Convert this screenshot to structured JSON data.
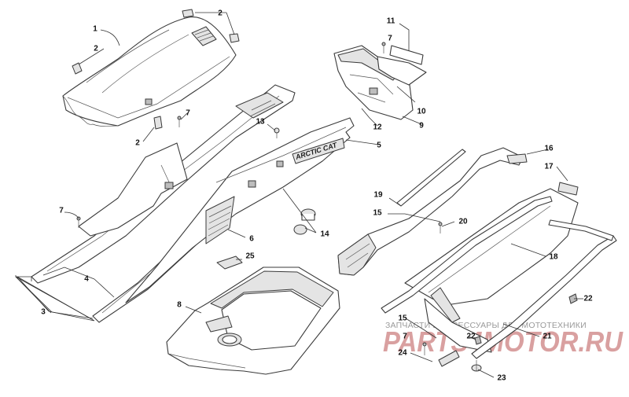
{
  "diagram": {
    "callouts": [
      {
        "id": "c1",
        "text": "1"
      },
      {
        "id": "c2a",
        "text": "2"
      },
      {
        "id": "c2b",
        "text": "2"
      },
      {
        "id": "c2c",
        "text": "2"
      },
      {
        "id": "c3",
        "text": "3"
      },
      {
        "id": "c4",
        "text": "4"
      },
      {
        "id": "c5",
        "text": "5"
      },
      {
        "id": "c6",
        "text": "6"
      },
      {
        "id": "c7a",
        "text": "7"
      },
      {
        "id": "c7b",
        "text": "7"
      },
      {
        "id": "c7c",
        "text": "7"
      },
      {
        "id": "c7d",
        "text": "7"
      },
      {
        "id": "c8",
        "text": "8"
      },
      {
        "id": "c9",
        "text": "9"
      },
      {
        "id": "c10",
        "text": "10"
      },
      {
        "id": "c11",
        "text": "11"
      },
      {
        "id": "c12",
        "text": "12"
      },
      {
        "id": "c13",
        "text": "13"
      },
      {
        "id": "c14",
        "text": "14"
      },
      {
        "id": "c15a",
        "text": "15"
      },
      {
        "id": "c15b",
        "text": "15"
      },
      {
        "id": "c16",
        "text": "16"
      },
      {
        "id": "c17",
        "text": "17"
      },
      {
        "id": "c18",
        "text": "18"
      },
      {
        "id": "c19",
        "text": "19"
      },
      {
        "id": "c20",
        "text": "20"
      },
      {
        "id": "c21",
        "text": "21"
      },
      {
        "id": "c22a",
        "text": "22"
      },
      {
        "id": "c22b",
        "text": "22"
      },
      {
        "id": "c23",
        "text": "23"
      },
      {
        "id": "c24",
        "text": "24"
      },
      {
        "id": "c25",
        "text": "25"
      }
    ],
    "brand_decal": "ARCTIC CAT"
  },
  "watermark": {
    "caption": "ЗАПЧАСТИ И АКСЕССУАРЫ ДЛЯ МОТОТЕХНИКИ",
    "logo_text": "PARTS4MOTOR.RU"
  },
  "colors": {
    "line": "#3a3a3a",
    "watermark_logo": "#d9a0a0",
    "watermark_caption": "#9a9a9a"
  }
}
